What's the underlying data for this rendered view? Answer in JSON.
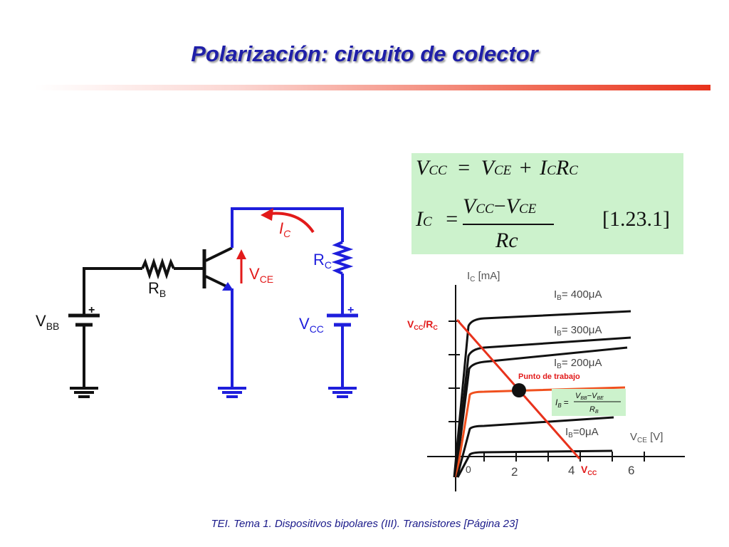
{
  "slide": {
    "title": "Polarización: circuito de colector",
    "footer": "TEI. Tema 1. Dispositivos bipolares (III). Transistores [Página 23]"
  },
  "colors": {
    "title": "#1f1fa8",
    "circuit_blue": "#1e1edc",
    "circuit_black": "#111111",
    "annotation_red": "#e21a1a",
    "load_line": "#e8321c",
    "operating_curve": "#f0501e",
    "formula_background": "#ccf2cc",
    "ib_formula_background": "#ccf2cc"
  },
  "circuit": {
    "labels": {
      "ic": "I",
      "ic_sub": "C",
      "rc": "R",
      "rc_sub": "C",
      "vce": "V",
      "vce_sub": "CE",
      "rb": "R",
      "rb_sub": "B",
      "vbb": "V",
      "vbb_sub": "BB",
      "vcc": "V",
      "vcc_sub": "CC",
      "plus": "+"
    },
    "icons": [
      "npn-transistor-icon",
      "resistor-icon",
      "battery-icon",
      "ground-icon",
      "current-arrow-icon",
      "voltage-arrow-icon"
    ]
  },
  "formula": {
    "line1": {
      "vcc": "V",
      "vcc_sub": "CC",
      "eq": "=",
      "vce": "V",
      "vce_sub": "CE",
      "plus": "+",
      "ic": "I",
      "ic_sub": "C",
      "rc": "R",
      "rc_sub": "C"
    },
    "line2": {
      "ic": "I",
      "ic_sub": "C",
      "eq": "=",
      "num_vcc": "V",
      "num_vcc_sub": "CC",
      "minus": "−",
      "num_vce": "V",
      "num_vce_sub": "CE",
      "den": "Rc",
      "ref": "[1.23.1]"
    }
  },
  "graph": {
    "y_axis_label": "I",
    "y_axis_sub": "C",
    "y_axis_unit": " [mA]",
    "x_axis_label": "V",
    "x_axis_sub": "CE",
    "x_axis_unit": " [V]",
    "x_ticks": [
      "0",
      "2",
      "4",
      "6"
    ],
    "vcc_rc_label": "V",
    "vcc_rc_sub": "CC",
    "vcc_rc_rest": "/R",
    "vcc_rc_sub2": "C",
    "vcc_label": "V",
    "vcc_sub": "CC",
    "operating_point_label": "Punto de trabajo",
    "curves": [
      {
        "label_main": "I",
        "label_sub": "B",
        "label_rest": "= 400μA"
      },
      {
        "label_main": "I",
        "label_sub": "B",
        "label_rest": "= 300μA"
      },
      {
        "label_main": "I",
        "label_sub": "B",
        "label_rest": "= 200μA"
      },
      {
        "label_main": "I",
        "label_sub": "B",
        "label_rest": "=0μA"
      }
    ],
    "ib_formula": {
      "lhs": "I",
      "lhs_sub": "B",
      "eq": "=",
      "num_a": "V",
      "num_a_sub": "BB",
      "num_minus": "−",
      "num_b": "V",
      "num_b_sub": "BE",
      "den": "R",
      "den_sub": "B"
    }
  }
}
